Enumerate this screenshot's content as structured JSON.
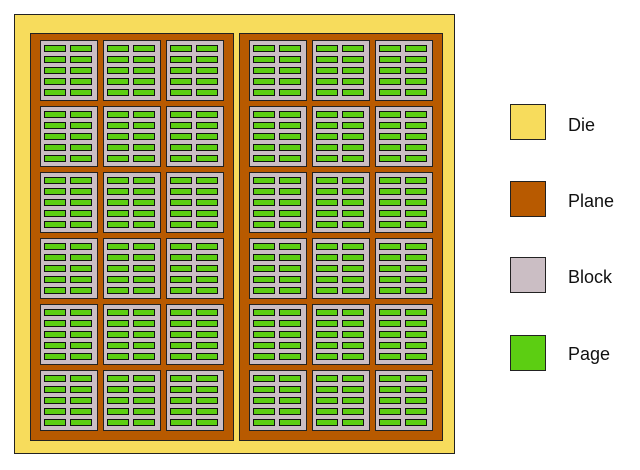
{
  "structure": {
    "planes": 2,
    "blocks_per_plane_cols": 3,
    "blocks_per_plane_rows": 6,
    "pages_per_block_cols": 2,
    "pages_per_block_rows": 5
  },
  "colors": {
    "die": "#f7dc5c",
    "plane": "#b85a00",
    "block": "#cbbec4",
    "page": "#5cce12"
  },
  "legend": [
    {
      "label": "Die",
      "color": "#f7dc5c"
    },
    {
      "label": "Plane",
      "color": "#b85a00"
    },
    {
      "label": "Block",
      "color": "#cbbec4"
    },
    {
      "label": "Page",
      "color": "#5cce12"
    }
  ]
}
